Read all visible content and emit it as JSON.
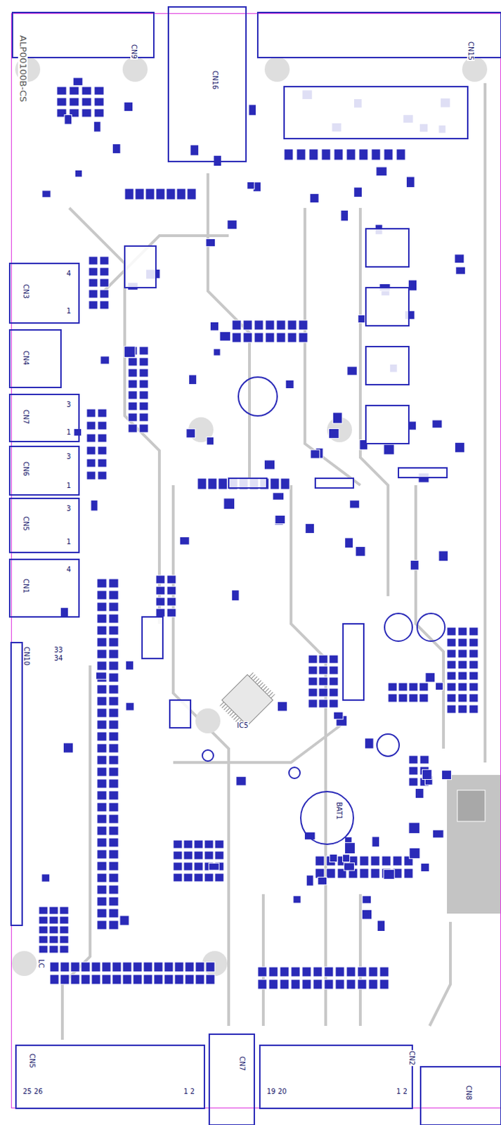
{
  "diagram": {
    "nodes": [
      {
        "text": [
          "ALP00100B-CS"
        ]
      },
      {
        "text": [
          "CN9"
        ],
        "in": 0
      },
      {
        "text": [
          "CN16"
        ],
        "in": 0
      },
      {
        "text": [
          "CN15"
        ],
        "in": 0
      },
      {
        "text": [
          "CN3",
          "4",
          "1"
        ],
        "in": 0
      },
      {
        "text": [
          "CN4"
        ],
        "in": 0
      },
      {
        "text": [
          "CN7",
          "3",
          "1"
        ],
        "in": 0
      },
      {
        "text": [
          "CN6",
          "3",
          "1"
        ],
        "in": 0
      },
      {
        "text": [
          "CN5",
          "3",
          "1"
        ],
        "in": 0
      },
      {
        "text": [
          "CN1",
          "4"
        ],
        "in": 0
      },
      {
        "text": [
          "CN10",
          "34",
          "33"
        ],
        "in": 0
      },
      {
        "text": [
          "CN5",
          "25 26",
          "1 2"
        ],
        "in": 0
      },
      {
        "text": [
          "CN7"
        ],
        "in": 0
      },
      {
        "text": [
          "CN2",
          "19 20",
          "1 2"
        ],
        "in": 0
      },
      {
        "text": [
          "CN8"
        ],
        "in": 0
      }
    ],
    "labels": [
      "BAT1",
      "IC5",
      "LC"
    ]
  }
}
